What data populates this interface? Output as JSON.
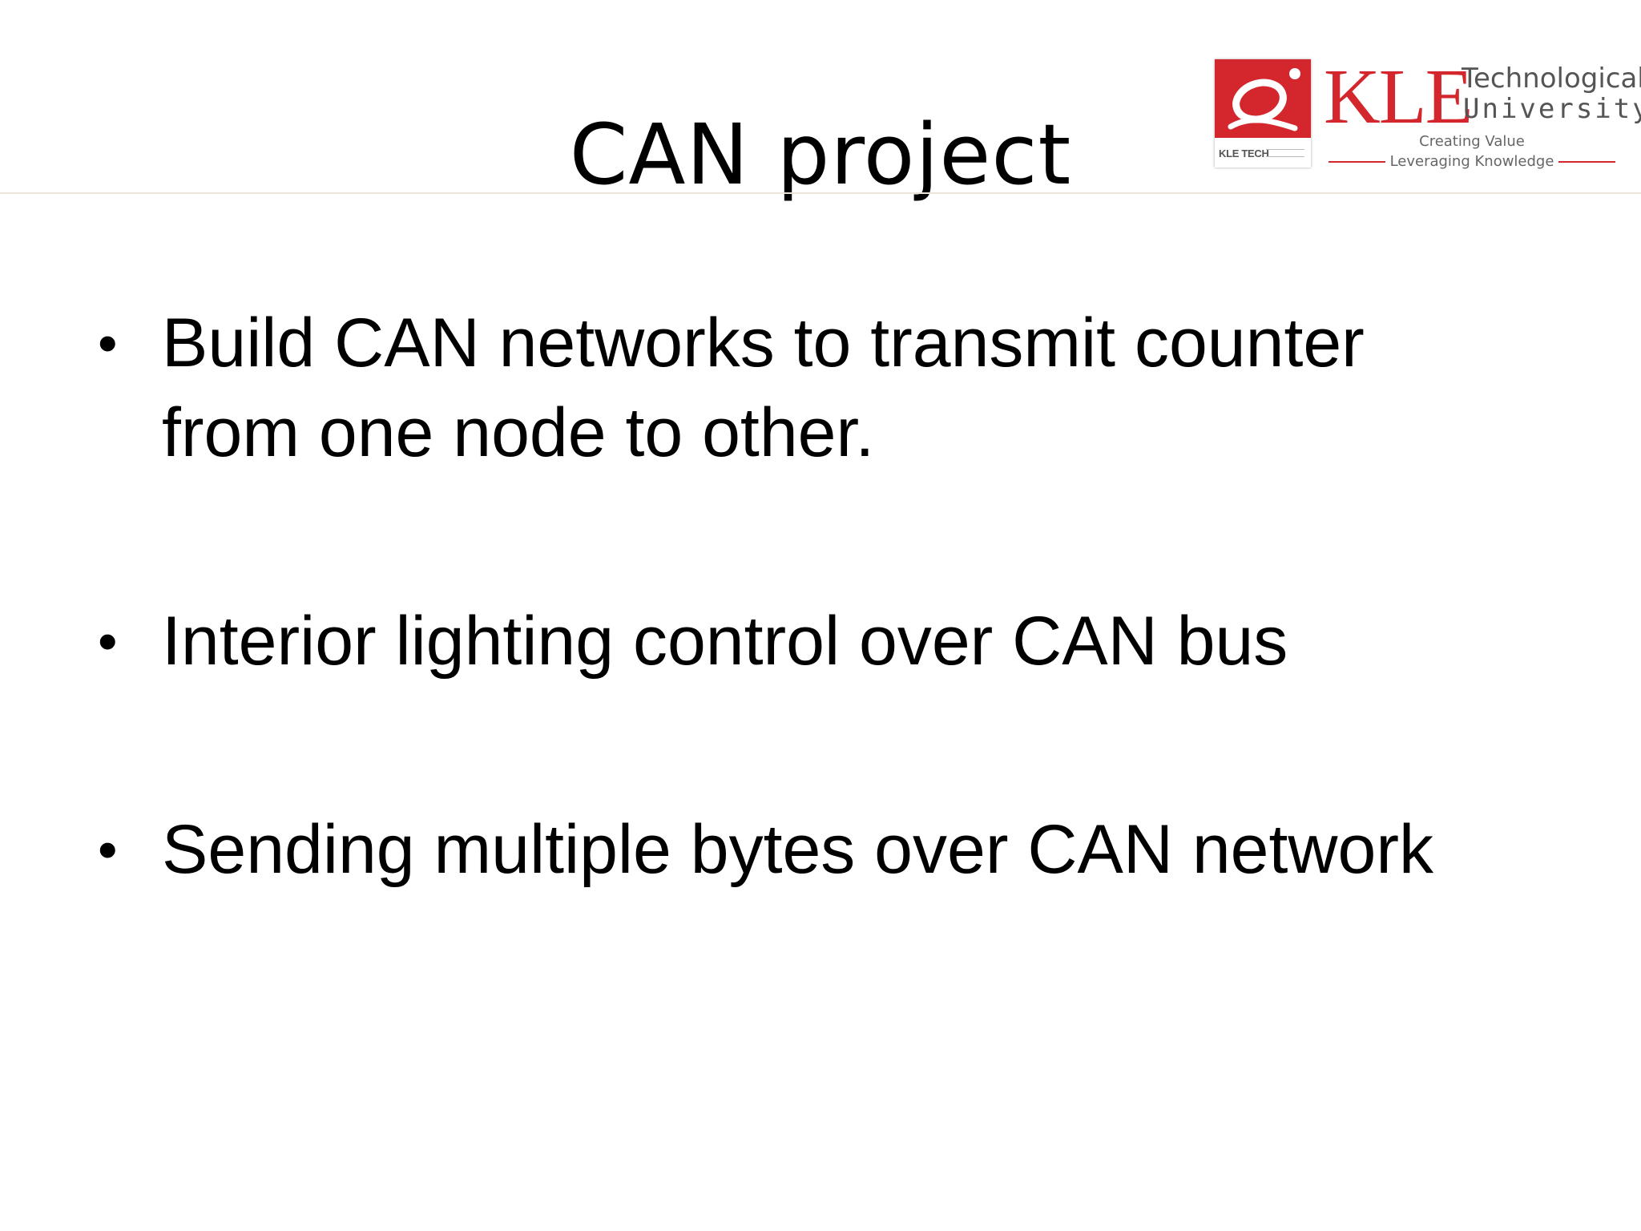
{
  "slide": {
    "title": "CAN project",
    "bullets": [
      {
        "line1": "Build CAN networks to transmit counter",
        "line2": "from one node to other."
      },
      {
        "line1": "Interior lighting control over CAN bus"
      },
      {
        "line1": "Sending multiple bytes over CAN network"
      }
    ],
    "bullet_glyph": "•"
  },
  "logo": {
    "brand": "KLE",
    "word1": "Technological",
    "word2": "University",
    "tagline1": "Creating Value",
    "tagline2": "Leveraging Knowledge",
    "badge_text": "KLE TECH",
    "icon": "kle-q-emblem-icon",
    "brand_color": "#d4262d"
  }
}
